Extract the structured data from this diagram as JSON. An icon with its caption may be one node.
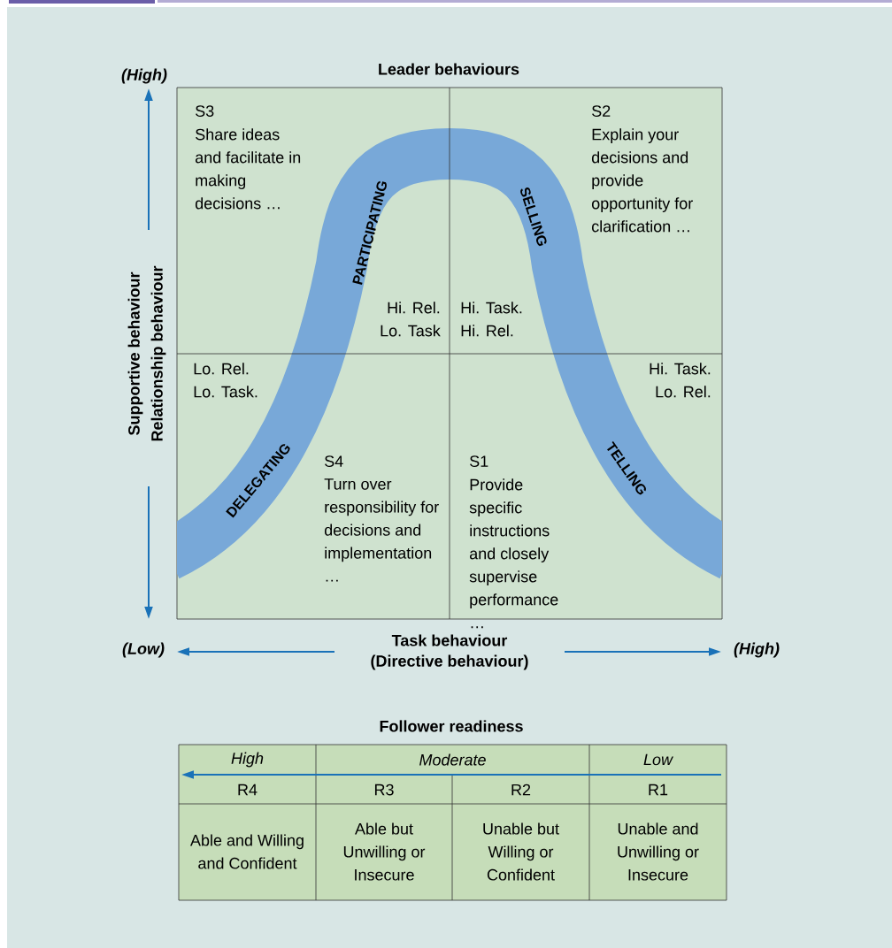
{
  "diagram": {
    "title": "Leader behaviours",
    "labels": [
      "(High)",
      "S3",
      "Share ideas and facilitate in making decisions …",
      "S2",
      "Explain your decisions and provide opportunity for clarification …",
      "PARTICIPATING",
      "SELLING",
      "Supportive behaviour",
      "Relationship behaviour",
      "Hi. Rel. Lo. Task",
      "Hi. Task. Hi. Rel.",
      "Lo. Rel. Lo. Task.",
      "Hi. Task. Lo. Rel.",
      "DELEGATING",
      "TELLING",
      "S4",
      "Turn over responsibility for decisions and implementation …",
      "S1",
      "Provide specific instructions and closely supervise performance …",
      "(Low)",
      "Task behaviour",
      "(Directive behaviour)",
      "(High)",
      "Follower readiness",
      "High",
      "Moderate",
      "Low",
      "R4",
      "R3",
      "R2",
      "R1",
      "Able and Willing and Confident",
      "Able but Unwilling or Insecure",
      "Unable but Willing or Confident",
      "Unable and Unwilling or Insecure"
    ]
  }
}
